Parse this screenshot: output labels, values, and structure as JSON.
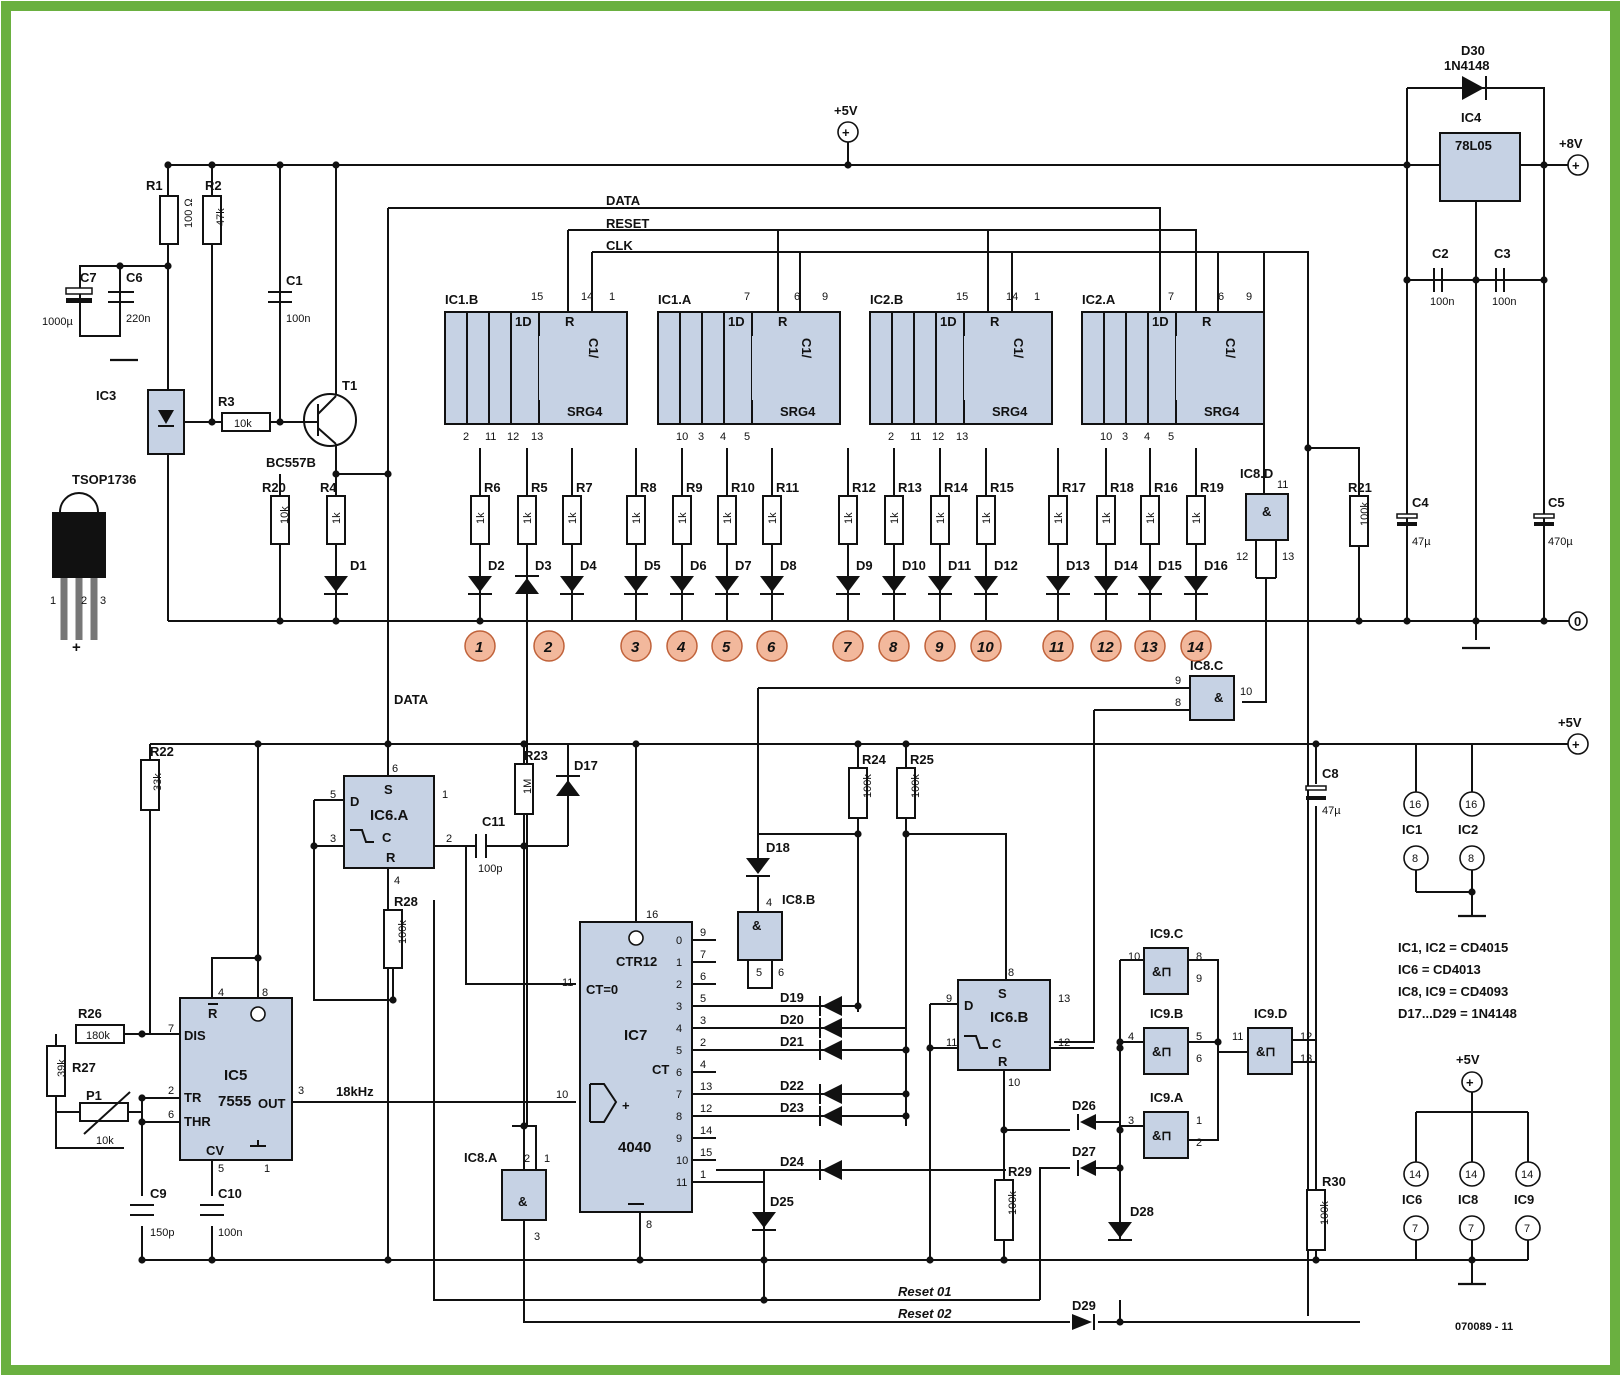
{
  "colors": {
    "border": "#6ab040",
    "chip_fill": "#c6d2e4",
    "led_number_fill": "#f2b89c",
    "ink": "#111111"
  },
  "rails": {
    "plus5_top": "+5V",
    "plus8": "+8V",
    "gnd": "0",
    "plus5_mid": "+5V",
    "plus5_right": "+5V"
  },
  "buses": {
    "data": "DATA",
    "reset": "RESET",
    "clk": "CLK",
    "data2": "DATA",
    "reset01": "Reset 01",
    "reset02": "Reset 02",
    "freq": "18kHz"
  },
  "regulator": {
    "ref": "IC4",
    "part": "78L05",
    "diode_ref": "D30",
    "diode_part": "1N4148",
    "c2": "C2",
    "c2v": "100n",
    "c3": "C3",
    "c3v": "100n",
    "c4": "C4",
    "c4v": "47µ",
    "c5": "C5",
    "c5v": "470µ"
  },
  "receiver": {
    "ref": "IC3",
    "part": "TSOP1736",
    "r1": "R1",
    "r1v": "100 Ω",
    "r2": "R2",
    "r2v": "47k",
    "r3": "R3",
    "r3v": "10k",
    "c1": "C1",
    "c1v": "100n",
    "c6": "C6",
    "c6v": "220n",
    "c7": "C7",
    "c7v": "1000µ",
    "t1": "T1",
    "t1v": "BC557B",
    "r20": "R20",
    "r20v": "10k",
    "r4": "R4",
    "r4v": "1k",
    "d1": "D1",
    "pins": [
      "1",
      "2",
      "3"
    ],
    "pin_plus": "+"
  },
  "registers": [
    {
      "ref": "IC1.B",
      "d": "1D",
      "r": "R",
      "c": "C1/",
      "srg": "SRG4",
      "pins": [
        "15",
        "14",
        "1",
        "2",
        "11",
        "12",
        "13"
      ]
    },
    {
      "ref": "IC1.A",
      "d": "1D",
      "r": "R",
      "c": "C1/",
      "srg": "SRG4",
      "pins": [
        "7",
        "6",
        "9",
        "10",
        "3",
        "4",
        "5"
      ]
    },
    {
      "ref": "IC2.B",
      "d": "1D",
      "r": "R",
      "c": "C1/",
      "srg": "SRG4",
      "pins": [
        "15",
        "14",
        "1",
        "2",
        "11",
        "12",
        "13"
      ]
    },
    {
      "ref": "IC2.A",
      "d": "1D",
      "r": "R",
      "c": "C1/",
      "srg": "SRG4",
      "pins": [
        "7",
        "6",
        "9",
        "10",
        "3",
        "4",
        "5"
      ]
    }
  ],
  "led_resistors": [
    "R6",
    "R5",
    "R7",
    "R8",
    "R9",
    "R10",
    "R11",
    "R12",
    "R13",
    "R14",
    "R15",
    "R17",
    "R18",
    "R16",
    "R19"
  ],
  "led_resistor_value": "1k",
  "leds": [
    "D2",
    "D3",
    "D4",
    "D5",
    "D6",
    "D7",
    "D8",
    "D9",
    "D10",
    "D11",
    "D12",
    "D13",
    "D14",
    "D15",
    "D16"
  ],
  "led_numbers": [
    "1",
    "2",
    "3",
    "4",
    "5",
    "6",
    "7",
    "8",
    "9",
    "10",
    "11",
    "12",
    "13",
    "14"
  ],
  "r21": {
    "ref": "R21",
    "v": "100k"
  },
  "ic8d": {
    "ref": "IC8.D",
    "p11": "11",
    "p12": "12",
    "p13": "13",
    "sym": "&"
  },
  "ic8c": {
    "ref": "IC8.C",
    "p9": "9",
    "p8": "8",
    "p10": "10",
    "sym": "&"
  },
  "ic8b": {
    "ref": "IC8.B",
    "p4": "4",
    "p5": "5",
    "p6": "6",
    "sym": "&"
  },
  "ic8a": {
    "ref": "IC8.A",
    "p1": "1",
    "p2": "2",
    "p3": "3",
    "sym": "&"
  },
  "timer": {
    "ref": "IC5",
    "part": "7555",
    "dis": "DIS",
    "tr": "TR",
    "thr": "THR",
    "out": "OUT",
    "cv": "CV",
    "rbar": "R",
    "pins": {
      "p4": "4",
      "p8": "8",
      "p7": "7",
      "p2": "2",
      "p6": "6",
      "p3": "3",
      "p5": "5",
      "p1": "1"
    },
    "r22": "R22",
    "r22v": "33k",
    "r26": "R26",
    "r26v": "180k",
    "r27": "R27",
    "r27v": "39k",
    "p1": "P1",
    "p1v": "10k",
    "c9": "C9",
    "c9v": "150p",
    "c10": "C10",
    "c10v": "100n"
  },
  "ff_a": {
    "ref": "IC6.A",
    "d": "D",
    "s": "S",
    "c": "C",
    "r": "R",
    "p5": "5",
    "p3": "3",
    "p6": "6",
    "p1": "1",
    "p2": "2",
    "p4": "4",
    "r28": "R28",
    "r28v": "100k"
  },
  "ff_b": {
    "ref": "IC6.B",
    "d": "D",
    "s": "S",
    "c": "C",
    "r": "R",
    "p8": "8",
    "p9": "9",
    "p11": "11",
    "p13": "13",
    "p12": "12",
    "p10": "10",
    "r29": "R29",
    "r29v": "100k"
  },
  "c11": {
    "ref": "C11",
    "v": "100p"
  },
  "r23": {
    "ref": "R23",
    "v": "1M"
  },
  "d17": "D17",
  "r24": {
    "ref": "R24",
    "v": "100k"
  },
  "r25": {
    "ref": "R25",
    "v": "100k"
  },
  "d18": "D18",
  "counter": {
    "ref": "IC7",
    "part": "4040",
    "ctr": "CTR12",
    "ct0": "CT=0",
    "ct": "CT",
    "p16": "16",
    "p11": "11",
    "p10": "10",
    "p8": "8",
    "plus": "+",
    "q_in": [
      "0",
      "1",
      "2",
      "3",
      "4",
      "5",
      "6",
      "7",
      "8",
      "9",
      "10",
      "11"
    ],
    "q_pin": [
      "9",
      "7",
      "6",
      "5",
      "3",
      "2",
      "4",
      "13",
      "12",
      "14",
      "15",
      "1"
    ]
  },
  "diodes_c": [
    "D19",
    "D20",
    "D21",
    "D22",
    "D23",
    "D24",
    "D25"
  ],
  "nand9": [
    {
      "ref": "IC9.C",
      "pa": "10",
      "pb": "8",
      "pc": "9"
    },
    {
      "ref": "IC9.B",
      "pa": "4",
      "pb": "5",
      "pc": "6"
    },
    {
      "ref": "IC9.A",
      "pa": "3",
      "pb": "1",
      "pc": "2"
    },
    {
      "ref": "IC9.D",
      "pa": "11",
      "pb": "12",
      "pc": "13"
    }
  ],
  "diodes_r": [
    "D26",
    "D27",
    "D28",
    "D29"
  ],
  "c8": {
    "ref": "C8",
    "v": "47µ"
  },
  "r30": {
    "ref": "R30",
    "v": "100k"
  },
  "supply_pins": {
    "ic1": "IC1",
    "ic2": "IC2",
    "ic6": "IC6",
    "ic8": "IC8",
    "ic9": "IC9",
    "p16": "16",
    "p8": "8",
    "p14": "14",
    "p7": "7"
  },
  "notes": [
    "IC1, IC2 = CD4015",
    "IC6 = CD4013",
    "IC8, IC9 = CD4093",
    "D17...D29 = 1N4148"
  ],
  "code": "070089 - 11"
}
